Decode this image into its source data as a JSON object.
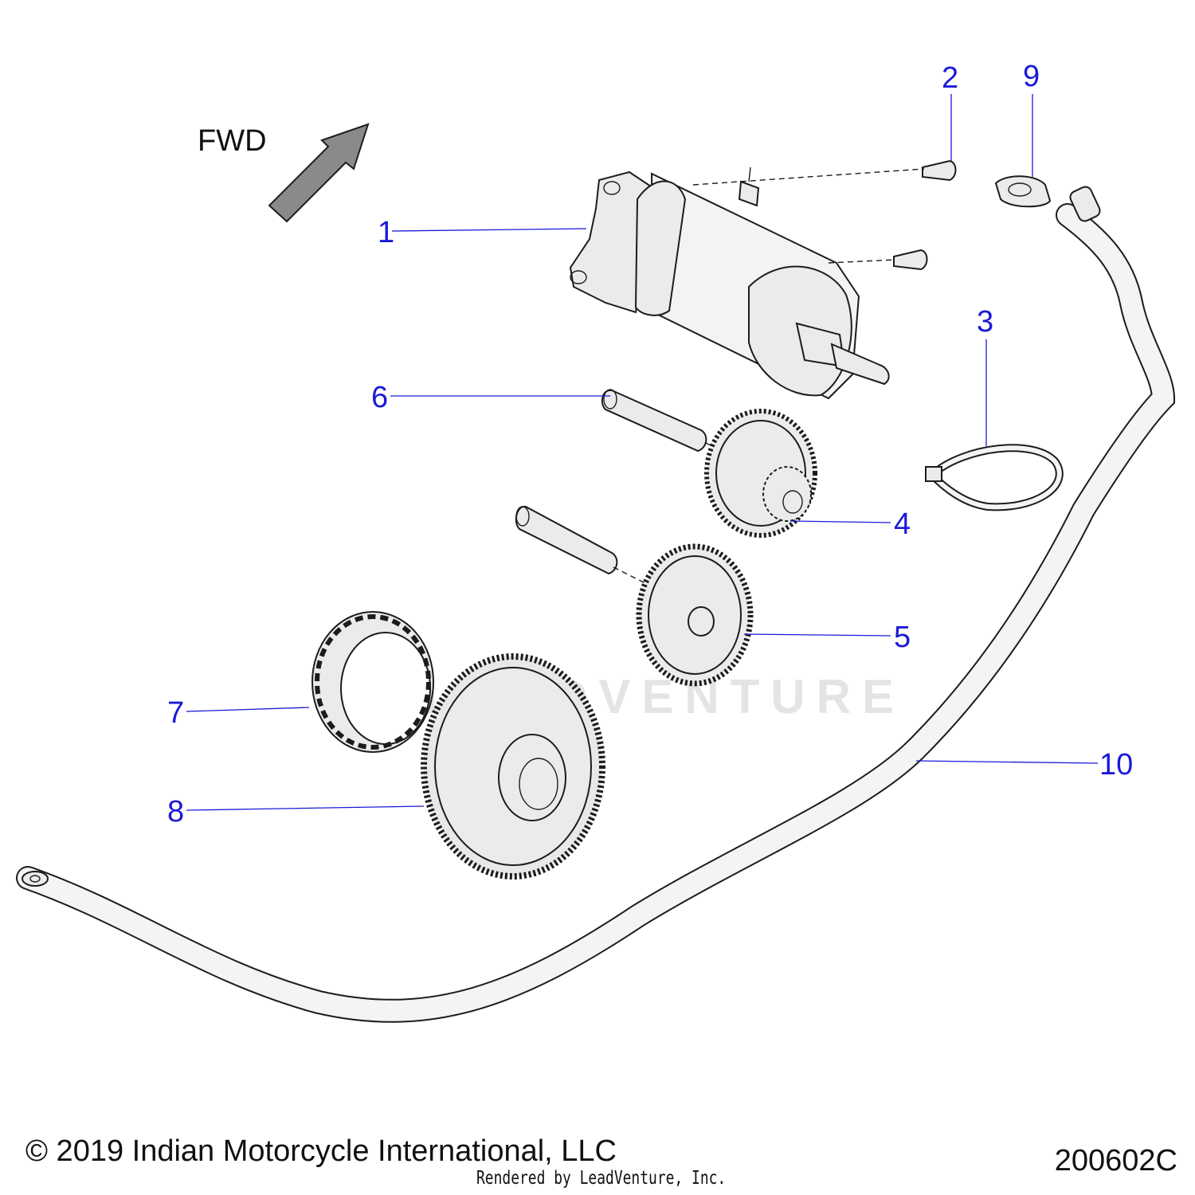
{
  "fwd_label": "FWD",
  "callouts": [
    "1",
    "2",
    "3",
    "4",
    "5",
    "6",
    "7",
    "8",
    "9",
    "10"
  ],
  "copyright": "© 2019 Indian Motorcycle International, LLC",
  "rendered_by": "Rendered by LeadVenture, Inc.",
  "diagram_code": "200602C",
  "watermark": "LEADVENTURE",
  "colors": {
    "callout": "#1a1ad8",
    "line": "#1c1c1c",
    "part_fill": "#ebebeb",
    "arrow": "#8a8a8a"
  }
}
